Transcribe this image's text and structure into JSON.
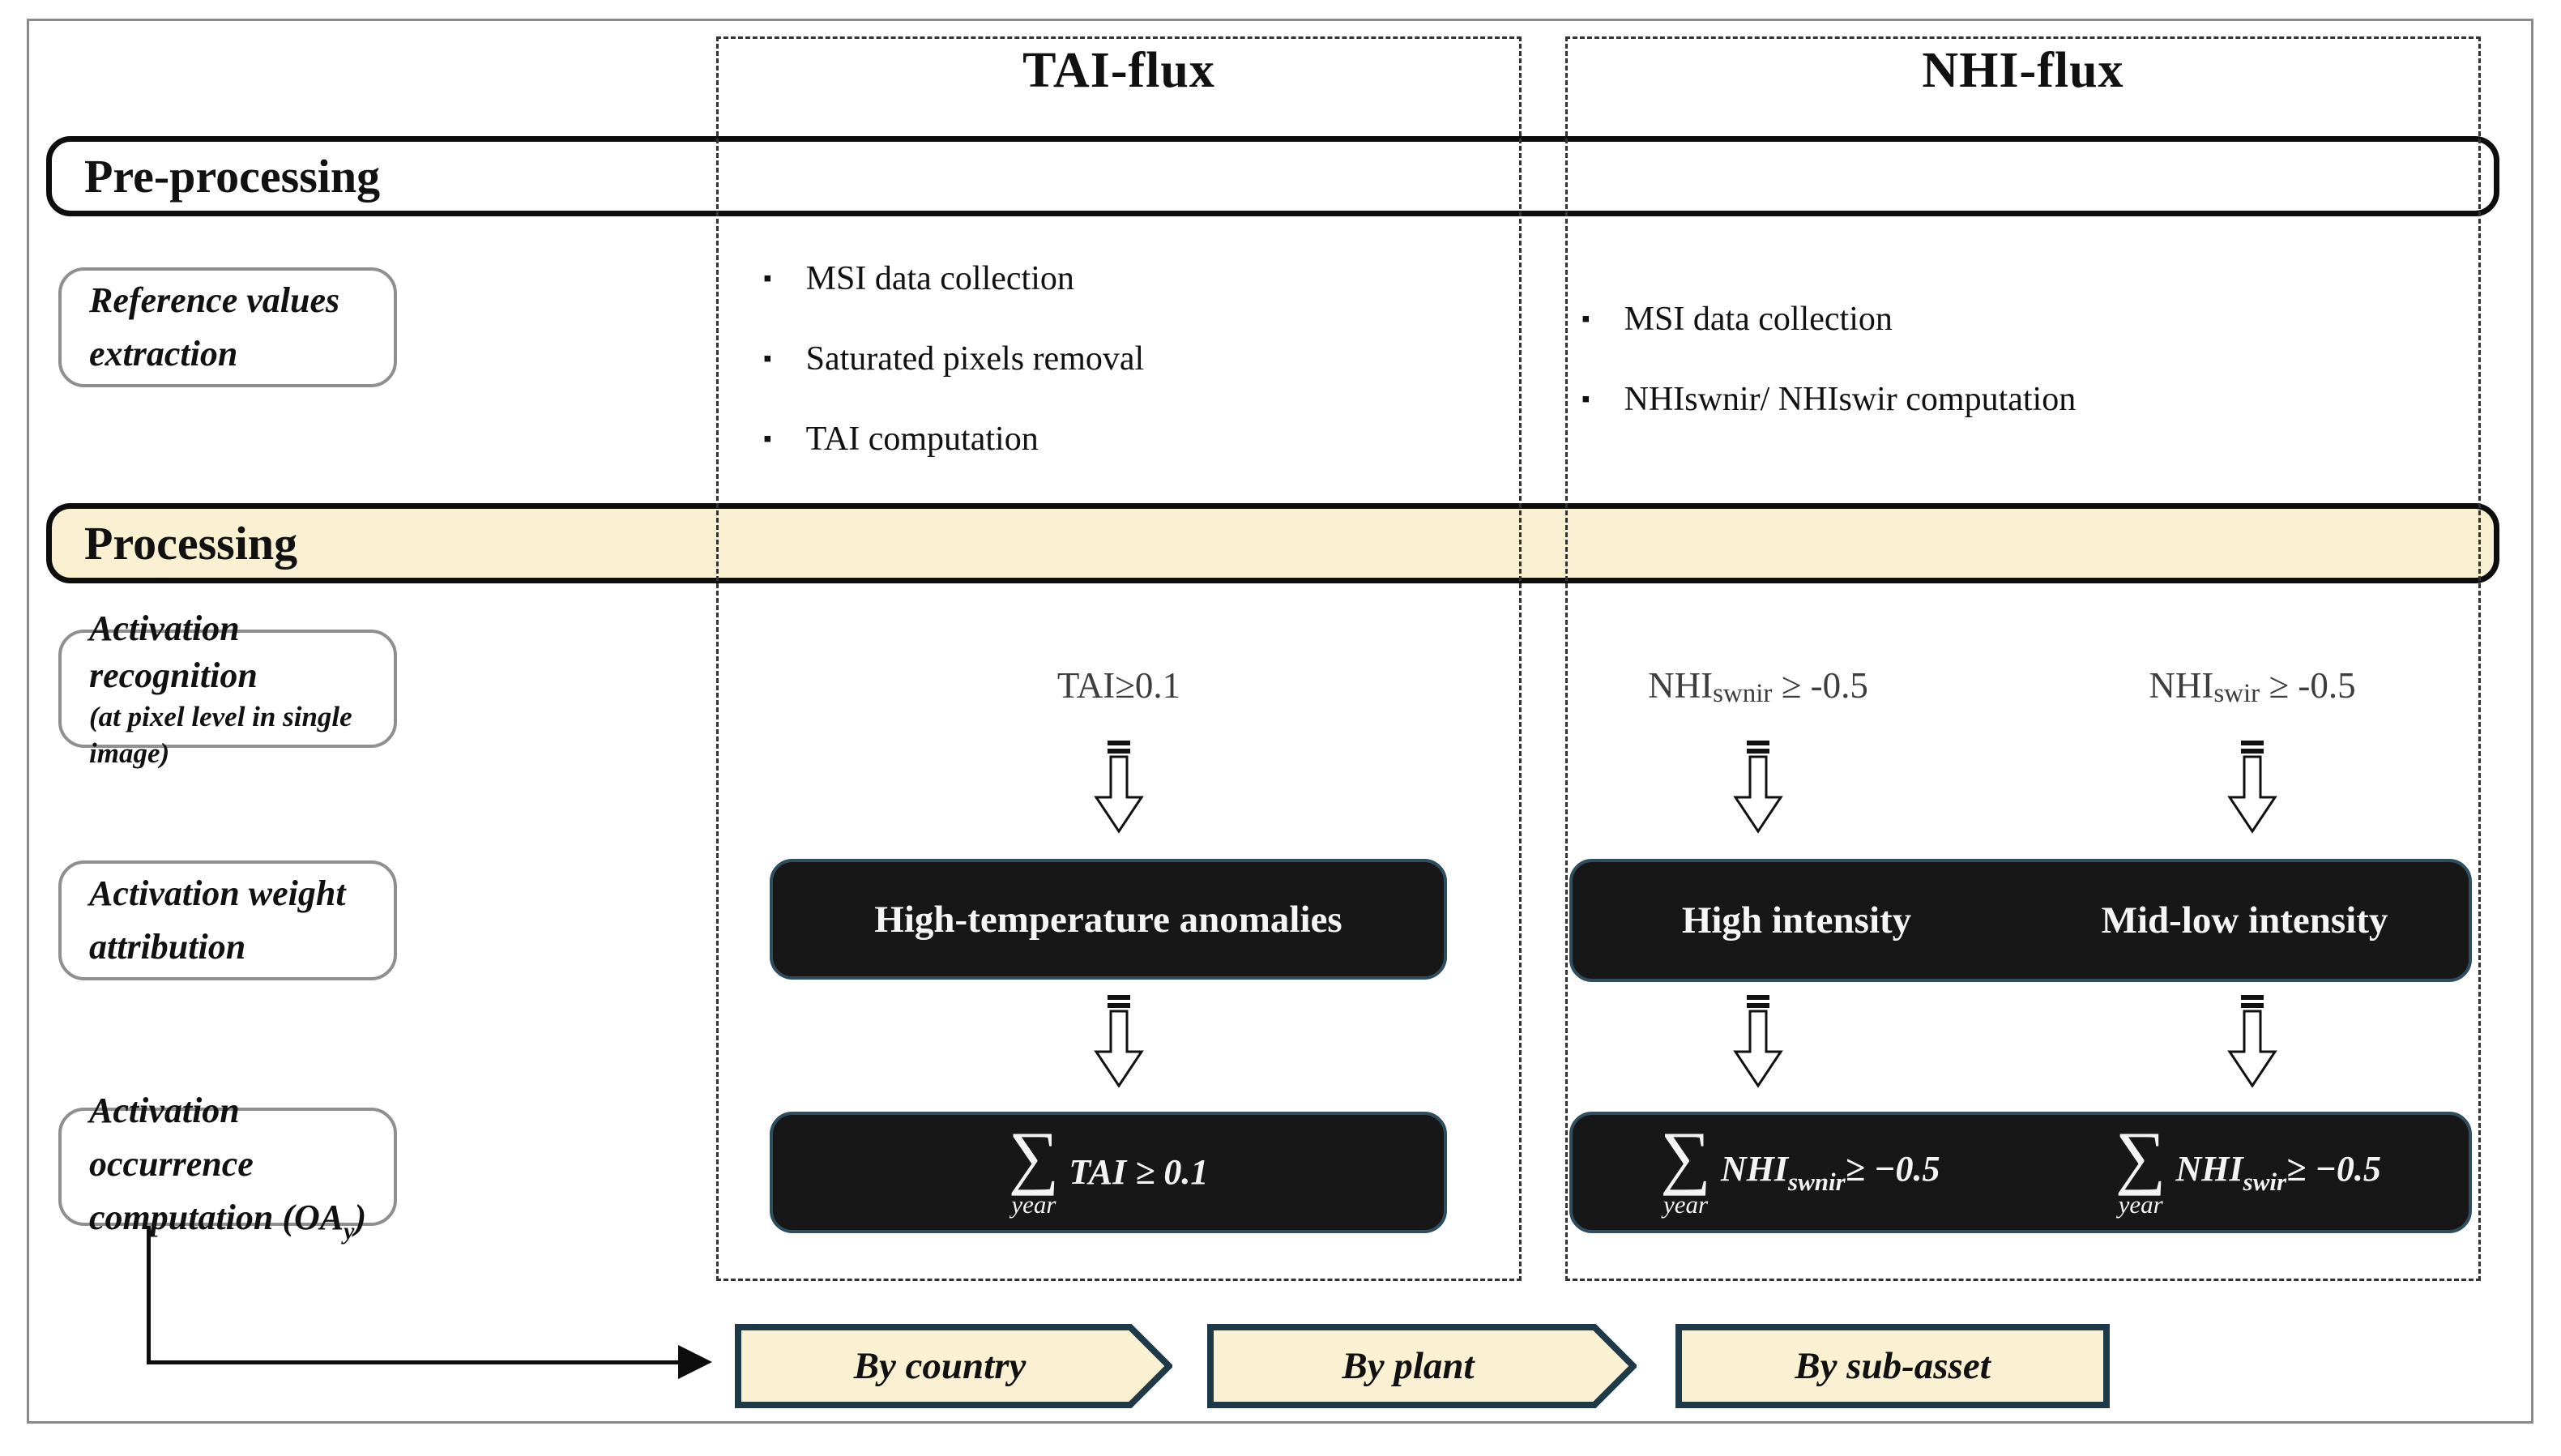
{
  "figure": {
    "stage_bars": {
      "pre": "Pre-processing",
      "processing": "Processing"
    },
    "columns": {
      "tai": {
        "title": "TAI-flux",
        "bullets": [
          "MSI data collection",
          "Saturated pixels removal",
          "TAI computation"
        ],
        "condition": "TAI≥0.1",
        "weight_label": "High-temperature anomalies",
        "sum": {
          "sigma": "∑",
          "under": "year",
          "expr": "TAI ≥ 0.1"
        }
      },
      "nhi": {
        "title": "NHI-flux",
        "bullets": [
          "MSI data collection",
          "NHIswnir/ NHIswir computation"
        ],
        "conditions": [
          {
            "base": "NHI",
            "sub": "swnir",
            "cmp": " ≥ -0.5"
          },
          {
            "base": "NHI",
            "sub": "swir",
            "cmp": " ≥ -0.5"
          }
        ],
        "weight_labels": [
          "High intensity",
          "Mid-low intensity"
        ],
        "sums": [
          {
            "sigma": "∑",
            "under": "year",
            "base": "NHI",
            "sub": "swnir",
            "cmp": "≥ −0.5"
          },
          {
            "sigma": "∑",
            "under": "year",
            "base": "NHI",
            "sub": "swir",
            "cmp": "≥ −0.5"
          }
        ]
      }
    },
    "row_labels": [
      {
        "line1": "Reference values",
        "line2": "extraction"
      },
      {
        "line1": "Activation recognition",
        "line2": "(at pixel level in single image)"
      },
      {
        "line1": "Activation weight",
        "line2": "attribution"
      },
      {
        "line1": "Activation occurrence",
        "line2_pre": "computation (OA",
        "line2_sub": "y",
        "line2_post": ")"
      }
    ],
    "outputs": [
      "By country",
      "By plant",
      "By sub-asset"
    ],
    "colors": {
      "cream": "#faf1d3",
      "dark_box": "#171717",
      "dark_box_edge": "#2e4d5e",
      "chevron_border": "#1e3a49",
      "label_border": "#8f8f8f"
    }
  }
}
